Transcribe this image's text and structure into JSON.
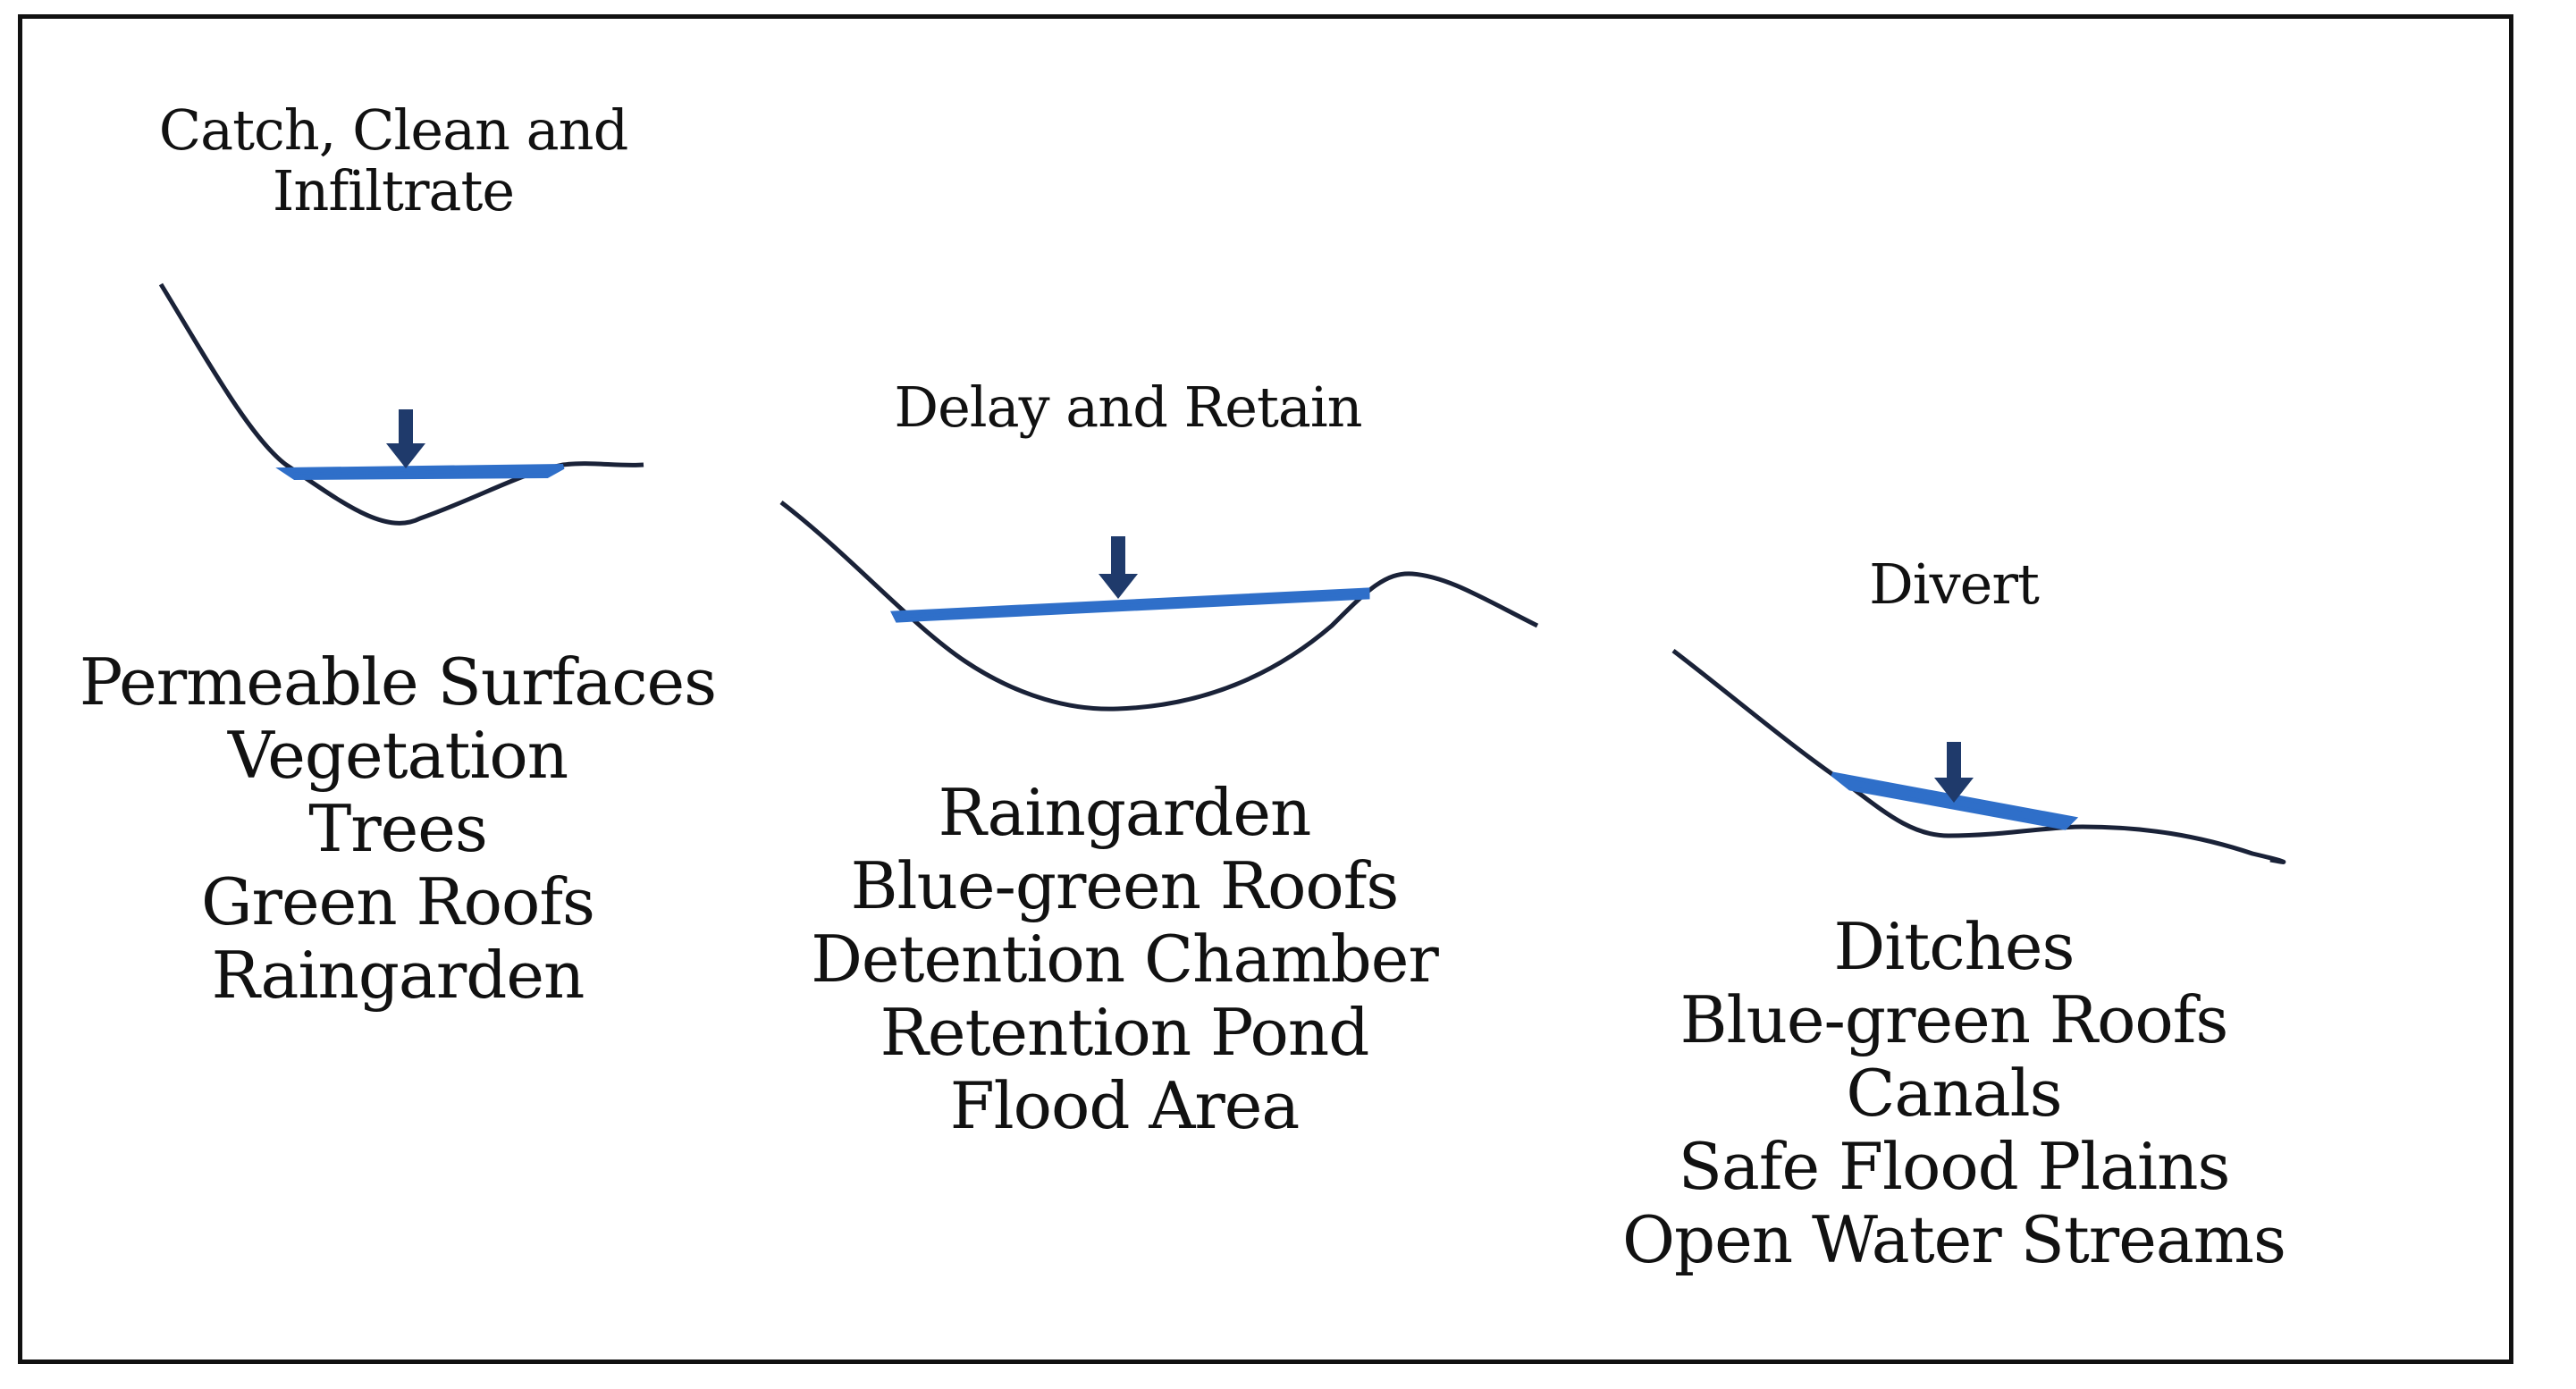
{
  "panels": [
    {
      "heading_line1": "Catch, Clean and",
      "heading_line2": "Infiltrate",
      "items": [
        "Permeable Surfaces",
        "Vegetation",
        "Trees",
        "Green Roofs",
        "Raingarden"
      ]
    },
    {
      "heading_line1": "Delay and Retain",
      "items": [
        "Raingarden",
        "Blue-green Roofs",
        "Detention Chamber",
        "Retention Pond",
        "Flood Area"
      ]
    },
    {
      "heading_line1": "Divert",
      "items": [
        "Ditches",
        "Blue-green Roofs",
        "Canals",
        "Safe Flood Plains",
        "Open Water Streams"
      ]
    }
  ],
  "colors": {
    "water": "#2f6fc9",
    "ground": "#1a2238",
    "arrow": "#1f3a6b",
    "frame": "#111111"
  }
}
